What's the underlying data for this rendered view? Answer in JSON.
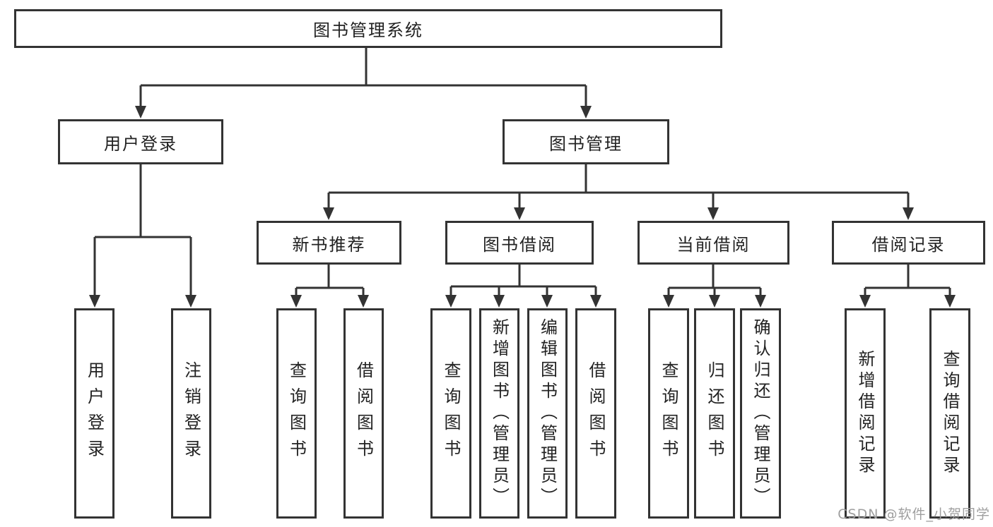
{
  "tree": {
    "root": "图书管理系统",
    "level2": [
      {
        "label": "用户登录",
        "leaves": [
          "用户登录",
          "注销登录"
        ]
      },
      {
        "label": "图书管理",
        "groups": [
          {
            "label": "新书推荐",
            "leaves": [
              "查询图书",
              "借阅图书"
            ]
          },
          {
            "label": "图书借阅",
            "leaves": [
              "查询图书",
              "新增图书（管理员）",
              "编辑图书（管理员）",
              "借阅图书"
            ]
          },
          {
            "label": "当前借阅",
            "leaves": [
              "查询图书",
              "归还图书",
              "确认归还（管理员）"
            ]
          },
          {
            "label": "借阅记录",
            "leaves": [
              "新增借阅记录",
              "查询借阅记录"
            ]
          }
        ]
      }
    ]
  },
  "watermark": "CSDN @软件_小贺同学",
  "colors": {
    "line": "#333333",
    "text": "#222222",
    "watermark": "#9f9f9f",
    "background": "#ffffff"
  }
}
